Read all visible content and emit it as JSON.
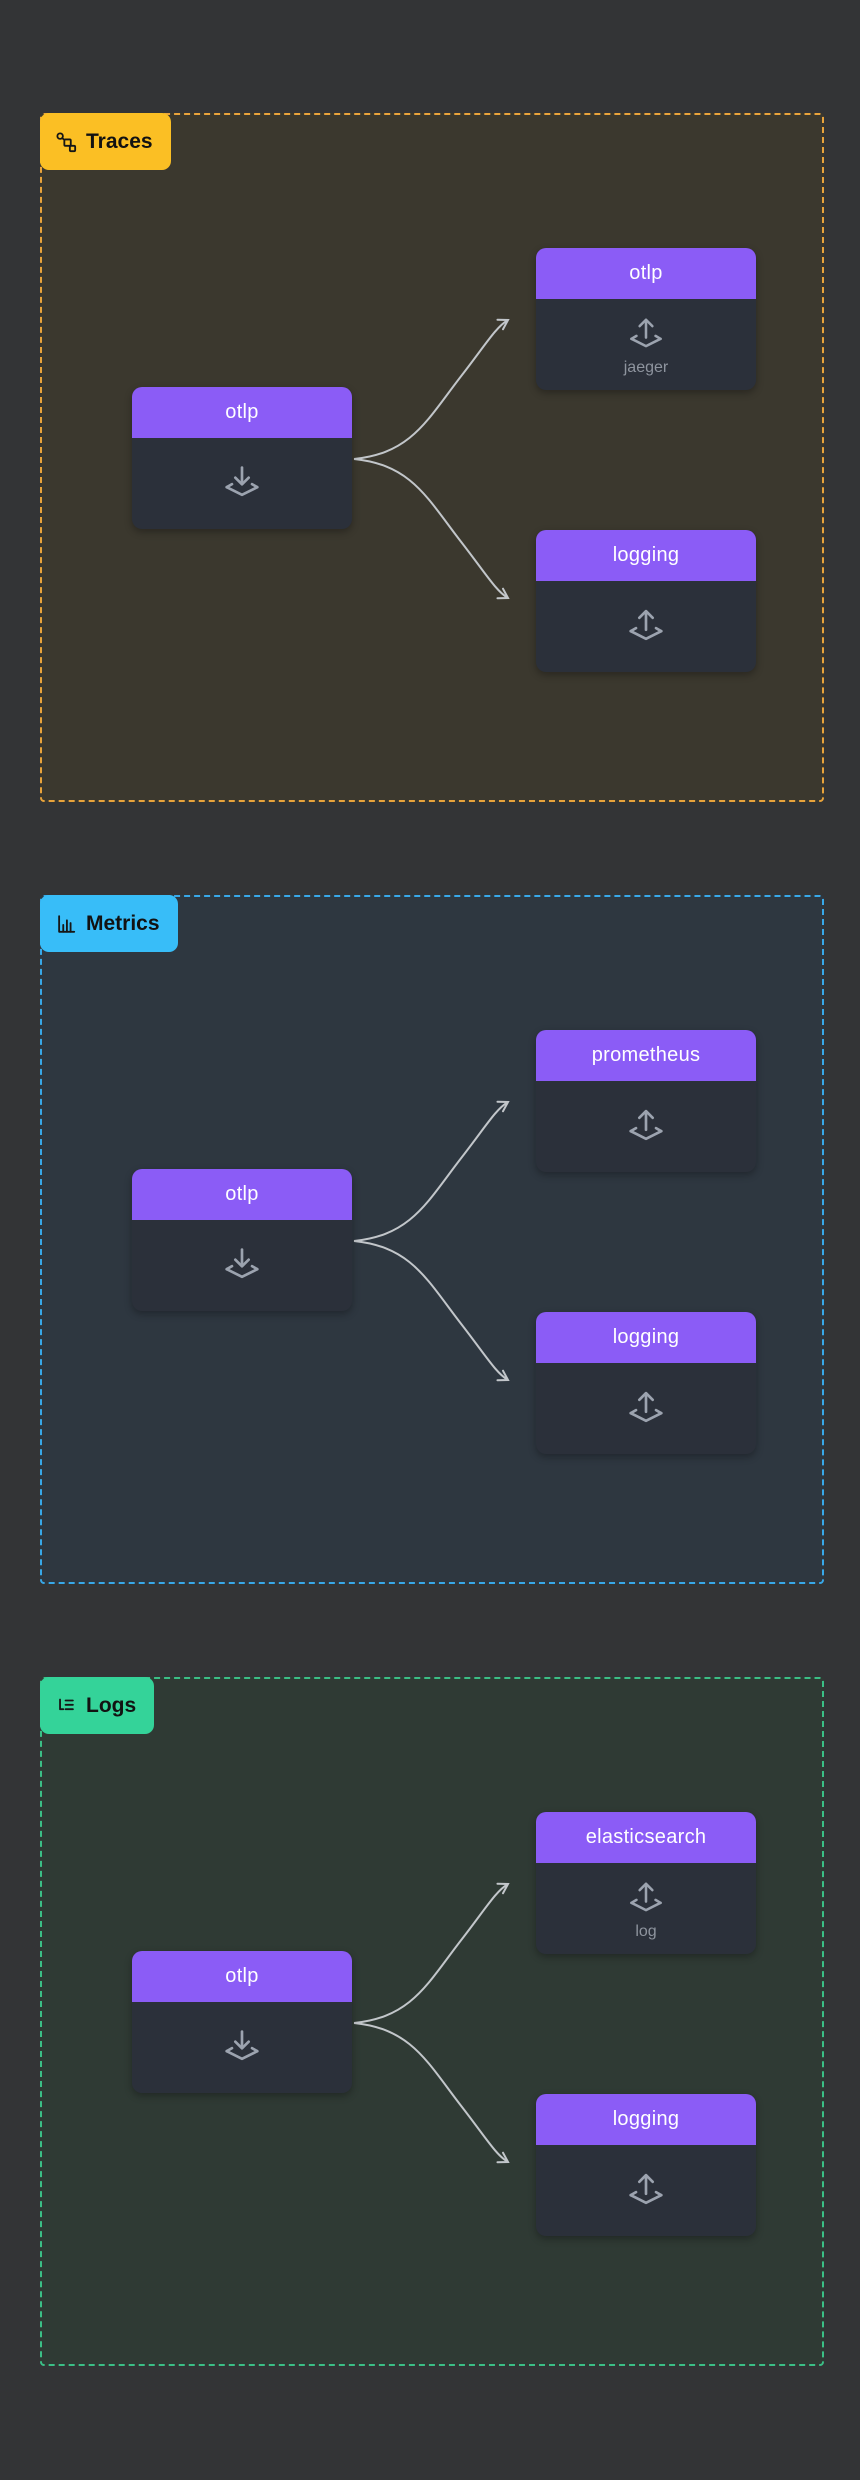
{
  "app": "pipeline-visualizer",
  "node_style": {
    "header_color": "#8B5CF6",
    "edge_color": "#C2C6CA"
  },
  "sections": [
    {
      "label": "Traces",
      "icon": "workflow-icon",
      "colors": {
        "badge": "#FBBF24",
        "border": "#E9A33B",
        "background": "#3B382E"
      },
      "receiver": {
        "title": "otlp",
        "subtitle": "",
        "icon": "receive-tray-icon"
      },
      "exporters": [
        {
          "title": "otlp",
          "subtitle": "jaeger",
          "icon": "export-tray-icon"
        },
        {
          "title": "logging",
          "subtitle": "",
          "icon": "export-tray-icon"
        }
      ]
    },
    {
      "label": "Metrics",
      "icon": "bar-chart-icon",
      "colors": {
        "badge": "#38BDF8",
        "border": "#38A8E8",
        "background": "#2E3740"
      },
      "receiver": {
        "title": "otlp",
        "subtitle": "",
        "icon": "receive-tray-icon"
      },
      "exporters": [
        {
          "title": "prometheus",
          "subtitle": "",
          "icon": "export-tray-icon"
        },
        {
          "title": "logging",
          "subtitle": "",
          "icon": "export-tray-icon"
        }
      ]
    },
    {
      "label": "Logs",
      "icon": "logs-icon",
      "colors": {
        "badge": "#34D399",
        "border": "#3BBF86",
        "background": "#2F3A34"
      },
      "receiver": {
        "title": "otlp",
        "subtitle": "",
        "icon": "receive-tray-icon"
      },
      "exporters": [
        {
          "title": "elasticsearch",
          "subtitle": "log",
          "icon": "export-tray-icon"
        },
        {
          "title": "logging",
          "subtitle": "",
          "icon": "export-tray-icon"
        }
      ]
    }
  ]
}
